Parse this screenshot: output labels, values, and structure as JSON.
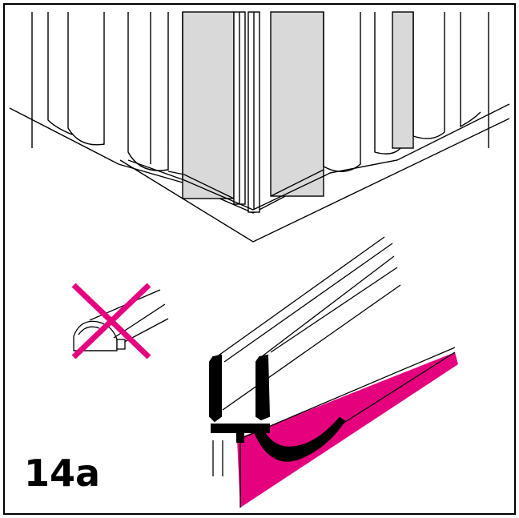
{
  "figure": {
    "step_label": "14a"
  },
  "colors": {
    "ink": "#000000",
    "panel_fill": "#d9d9d9",
    "seal_accent": "#e5007e",
    "background": "#ffffff"
  },
  "icons": {
    "wrong_marker": "cross-icon",
    "wrong_profile": "seal-profile-incorrect",
    "correct_profile": "seal-profile-correct"
  }
}
